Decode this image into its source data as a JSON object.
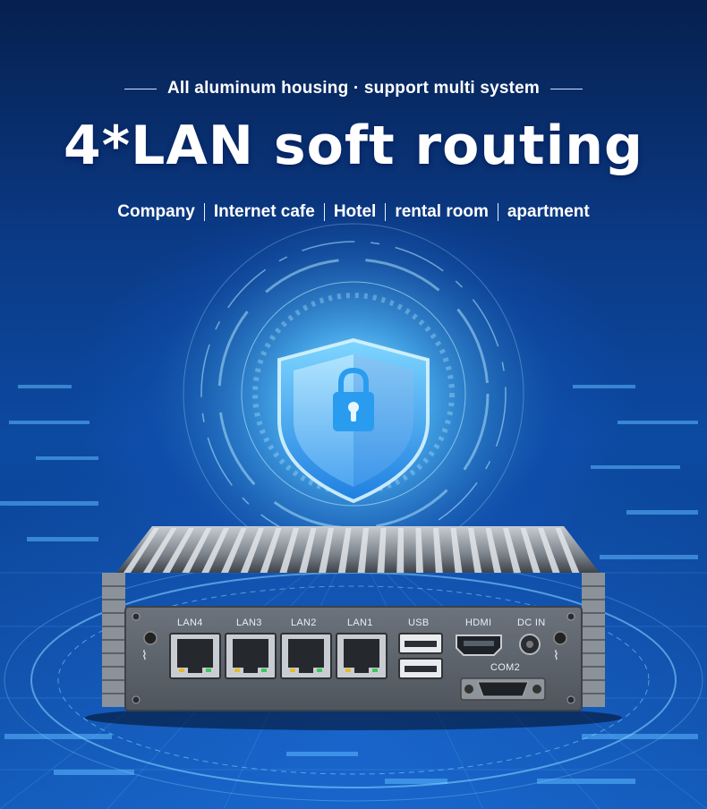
{
  "header": {
    "tagline": "All aluminum housing · support multi system",
    "title": "4*LAN soft routing",
    "subtitle_items": [
      "Company",
      "Internet cafe",
      "Hotel",
      "rental room",
      "apartment"
    ]
  },
  "device": {
    "lan_labels": [
      "LAN4",
      "LAN3",
      "LAN2",
      "LAN1"
    ],
    "usb_label": "USB",
    "hdmi_label": "HDMI",
    "dc_label": "DC IN",
    "com_label": "COM2"
  },
  "icons": [
    "shield-icon",
    "padlock-icon",
    "wifi-icon"
  ],
  "colors": {
    "background": "#0b3a86",
    "glow": "#46beff",
    "shield": "#2a9cf0",
    "device_panel": "#5f6670",
    "heatsink": "#9aa0a8"
  }
}
